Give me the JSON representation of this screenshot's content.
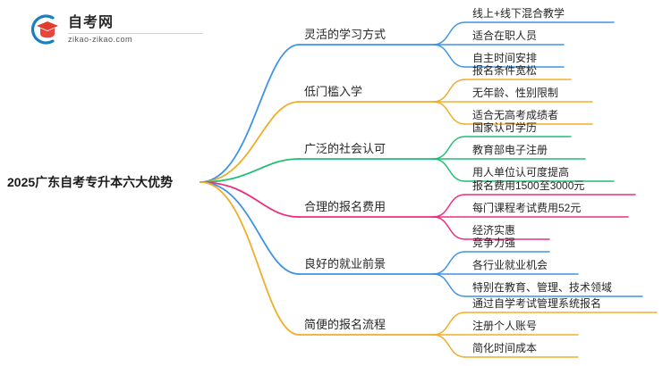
{
  "logo": {
    "title": "自考网",
    "url": "zikao-zikao.com",
    "mark_arc_color": "#1a7fc1",
    "mark_cap_color": "#e03c31"
  },
  "mindmap": {
    "root": {
      "label": "2025广东自考专升本六大优势"
    },
    "colors": {
      "blue": "#3f94e3",
      "orange": "#f0ad29",
      "green": "#1fbf75",
      "pink": "#ed2e7e"
    },
    "branches": [
      {
        "label": "灵活的学习方式",
        "color": "#3f94e3",
        "leaves": [
          {
            "label": "线上+线下混合教学"
          },
          {
            "label": "适合在职人员"
          },
          {
            "label": "自主时间安排"
          }
        ]
      },
      {
        "label": "低门槛入学",
        "color": "#f0ad29",
        "leaves": [
          {
            "label": "报名条件宽松"
          },
          {
            "label": "无年龄、性别限制"
          },
          {
            "label": "适合无高考成绩者"
          }
        ]
      },
      {
        "label": "广泛的社会认可",
        "color": "#1fbf75",
        "leaves": [
          {
            "label": "国家认可学历"
          },
          {
            "label": "教育部电子注册"
          },
          {
            "label": "用人单位认可度提高"
          }
        ]
      },
      {
        "label": "合理的报名费用",
        "color": "#ed2e7e",
        "leaves": [
          {
            "label": "报名费用1500至3000元"
          },
          {
            "label": "每门课程考试费用52元"
          },
          {
            "label": "经济实惠"
          }
        ]
      },
      {
        "label": "良好的就业前景",
        "color": "#3f94e3",
        "leaves": [
          {
            "label": "竞争力强"
          },
          {
            "label": "各行业就业机会"
          },
          {
            "label": "特别在教育、管理、技术领域"
          }
        ]
      },
      {
        "label": "简便的报名流程",
        "color": "#f0ad29",
        "leaves": [
          {
            "label": "通过自学考试管理系统报名"
          },
          {
            "label": "注册个人账号"
          },
          {
            "label": "简化时间成本"
          }
        ]
      }
    ]
  }
}
